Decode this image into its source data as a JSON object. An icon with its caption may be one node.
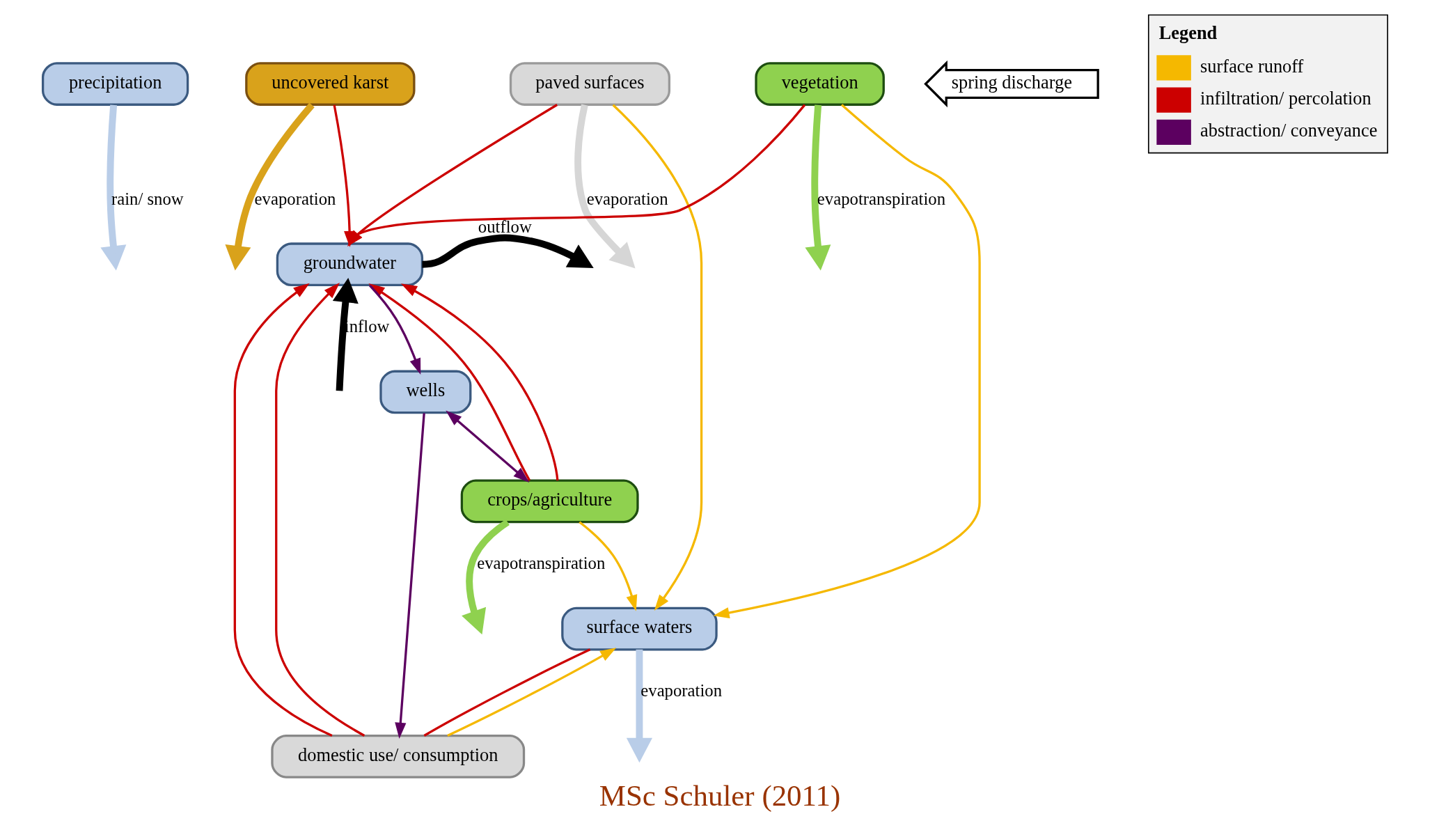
{
  "diagram": {
    "caption": "MSc Schuler (2011)",
    "nodes": [
      {
        "text": [
          "precipitation"
        ]
      },
      {
        "text": [
          "uncovered karst"
        ]
      },
      {
        "text": [
          "paved surfaces"
        ]
      },
      {
        "text": [
          "vegetation"
        ]
      },
      {
        "text": [
          "crops/agriculture"
        ]
      },
      {
        "text": [
          "surface waters"
        ]
      },
      {
        "text": [
          "groundwater"
        ]
      },
      {
        "text": [
          "wells"
        ]
      },
      {
        "text": [
          "domestic use/ consumption"
        ]
      },
      {
        "text": [
          "spring discharge"
        ]
      }
    ],
    "edges": [
      {
        "from": 0,
        "to": null,
        "arrow": "to",
        "label": "rain/ snow",
        "style": "thick",
        "color": "#b9cde8"
      },
      {
        "from": 1,
        "to": null,
        "arrow": "to",
        "label": "evaporation",
        "style": "thick",
        "color": "#d9a21b"
      },
      {
        "from": 2,
        "to": null,
        "arrow": "to",
        "label": "evaporation",
        "style": "thick",
        "color": "#d6d6d6"
      },
      {
        "from": 3,
        "to": null,
        "arrow": "to",
        "label": "evapotranspiration",
        "style": "thick",
        "color": "#8fd14f"
      },
      {
        "from": 4,
        "to": null,
        "arrow": "to",
        "label": "evapotranspiration",
        "style": "thick",
        "color": "#8fd14f"
      },
      {
        "from": 5,
        "to": null,
        "arrow": "to",
        "label": "evaporation",
        "style": "thick",
        "color": "#b9cde8"
      },
      {
        "from": 6,
        "to": null,
        "arrow": "to",
        "label": "outflow",
        "style": "thick",
        "color": "#000000"
      },
      {
        "from": null,
        "to": 6,
        "arrow": "to",
        "label": "inflow",
        "style": "thick",
        "color": "#000000"
      },
      {
        "from": 1,
        "to": 6,
        "arrow": "to",
        "color": "#cc0000"
      },
      {
        "from": 2,
        "to": 6,
        "arrow": "to",
        "color": "#cc0000"
      },
      {
        "from": 3,
        "to": 6,
        "arrow": "to",
        "color": "#cc0000"
      },
      {
        "from": 4,
        "to": 6,
        "arrow": "to",
        "color": "#cc0000"
      },
      {
        "from": 4,
        "to": 6,
        "arrow": "to",
        "color": "#cc0000"
      },
      {
        "from": 8,
        "to": 6,
        "arrow": "to",
        "color": "#cc0000"
      },
      {
        "from": 8,
        "to": 6,
        "arrow": "to",
        "color": "#cc0000"
      },
      {
        "from": 5,
        "to": 8,
        "arrow": "none",
        "color": "#cc0000"
      },
      {
        "from": 3,
        "to": 5,
        "arrow": "to",
        "color": "#f5b800"
      },
      {
        "from": 2,
        "to": 5,
        "arrow": "to",
        "color": "#f5b800"
      },
      {
        "from": 4,
        "to": 5,
        "arrow": "to",
        "color": "#f5b800"
      },
      {
        "from": 8,
        "to": 5,
        "arrow": "to",
        "color": "#f5b800"
      },
      {
        "from": 6,
        "to": 7,
        "arrow": "to",
        "color": "#5c0060"
      },
      {
        "from": 7,
        "to": 8,
        "arrow": "to",
        "color": "#5c0060"
      },
      {
        "from": 7,
        "to": 4,
        "arrow": "both",
        "color": "#5c0060"
      }
    ],
    "labels": [
      "Legend"
    ],
    "legend": [
      {
        "text": "surface runoff",
        "color": "#f5b800"
      },
      {
        "text": "infiltration/ percolation",
        "color": "#cc0000"
      },
      {
        "text": "abstraction/ conveyance",
        "color": "#5c0060"
      }
    ]
  }
}
